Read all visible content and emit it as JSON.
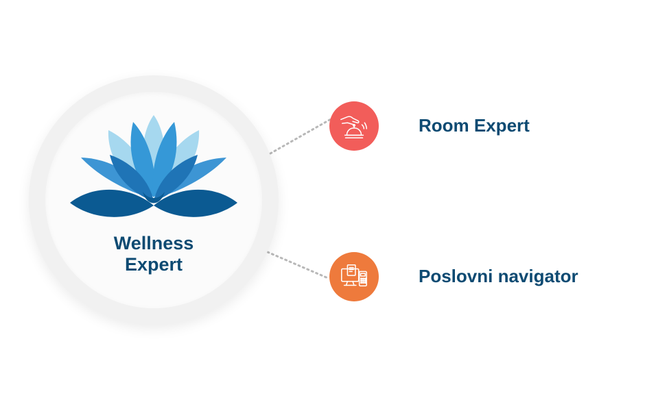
{
  "center": {
    "title_line1": "Wellness",
    "title_line2": "Expert",
    "icon": "lotus-icon"
  },
  "nodes": [
    {
      "label": "Room Expert",
      "icon": "service-bell-icon",
      "color": "#f25d5a"
    },
    {
      "label": "Poslovni navigator",
      "icon": "business-devices-icon",
      "color": "#ee7a3c"
    }
  ],
  "colors": {
    "text": "#0d4a72",
    "connector": "#b8b8b8",
    "lotus_dark": "#0b5a92",
    "lotus_mid": "#2e8bcf",
    "lotus_light": "#a6d8ef"
  }
}
